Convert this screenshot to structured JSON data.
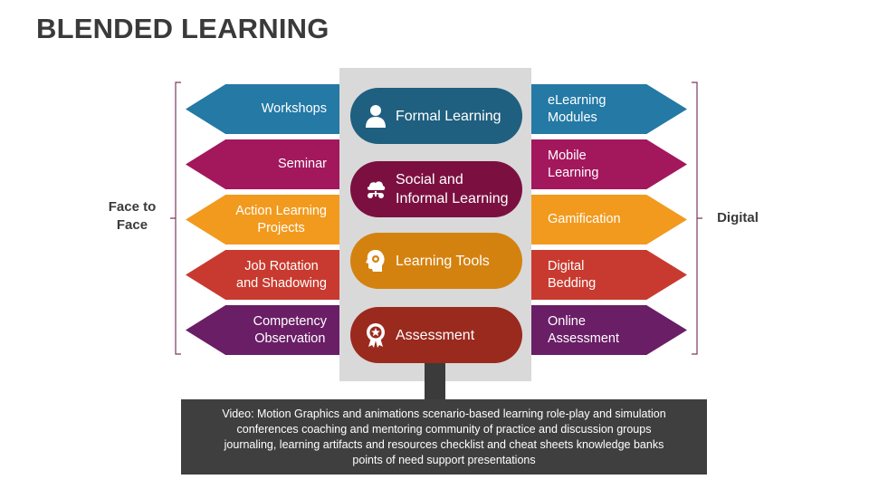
{
  "title": "BLENDED LEARNING",
  "side_labels": {
    "left": "Face to\nFace",
    "right": "Digital"
  },
  "center_items": [
    {
      "label": "Formal Learning",
      "color": "#1f5f7f",
      "icon": "person-icon"
    },
    {
      "label": "Social and\nInformal Learning",
      "color": "#7b1040",
      "icon": "network-icon"
    },
    {
      "label": "Learning Tools",
      "color": "#d4820f",
      "icon": "head-gear-icon"
    },
    {
      "label": "Assessment",
      "color": "#9a2a1e",
      "icon": "award-icon"
    }
  ],
  "left_arrows": [
    {
      "label": "Workshops",
      "color": "#2479a5"
    },
    {
      "label": "Seminar",
      "color": "#a3175d"
    },
    {
      "label": "Action Learning\nProjects",
      "color": "#f29a1e"
    },
    {
      "label": "Job Rotation\nand Shadowing",
      "color": "#c83a2f"
    },
    {
      "label": "Competency\nObservation",
      "color": "#6a1e66"
    }
  ],
  "right_arrows": [
    {
      "label": "eLearning\nModules",
      "color": "#2479a5"
    },
    {
      "label": "Mobile\nLearning",
      "color": "#a3175d"
    },
    {
      "label": "Gamification",
      "color": "#f29a1e"
    },
    {
      "label": "Digital\nBedding",
      "color": "#c83a2f"
    },
    {
      "label": "Online\nAssessment",
      "color": "#6a1e66"
    }
  ],
  "bottom_text": "Video: Motion Graphics and animations scenario-based learning role-play and simulation conferences coaching and mentoring community of practice and discussion groups journaling, learning artifacts and resources checklist and cheat sheets knowledge banks points of need support presentations"
}
